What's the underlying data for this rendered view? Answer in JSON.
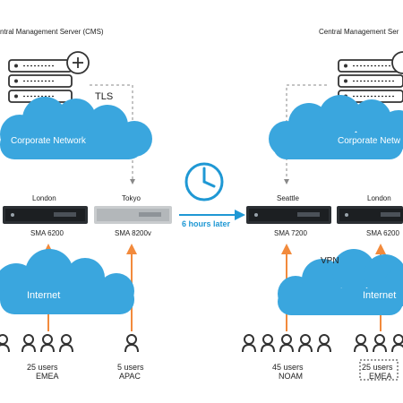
{
  "left": {
    "cms_title": "ntral Management Server (CMS)",
    "tls_label": "TLS",
    "network_label": "Corporate Network",
    "appliances": [
      {
        "site": "London",
        "model": "SMA 6200"
      },
      {
        "site": "Tokyo",
        "model": "SMA 8200v"
      }
    ],
    "internet_label": "Internet",
    "user_groups": [
      {
        "count": "25 users",
        "region": "EMEA"
      },
      {
        "count": "5 users",
        "region": "APAC"
      }
    ]
  },
  "middle": {
    "time_label": "6 hours later"
  },
  "right": {
    "cms_title": "Central Management Ser",
    "network_label": "Corporate Netw",
    "appliances": [
      {
        "site": "Seattle",
        "model": "SMA 7200"
      },
      {
        "site": "London",
        "model": "SMA 6200"
      }
    ],
    "vpn_label": "VPN",
    "internet_label": "Internet",
    "user_groups": [
      {
        "count": "45 users",
        "region": "NOAM"
      },
      {
        "count": "25 users",
        "region": "EMEA"
      }
    ]
  },
  "colors": {
    "cloud": "#3aa6de",
    "accent": "#1f98d4",
    "arrow_up": "#f28a3c",
    "dashed": "#888888"
  }
}
